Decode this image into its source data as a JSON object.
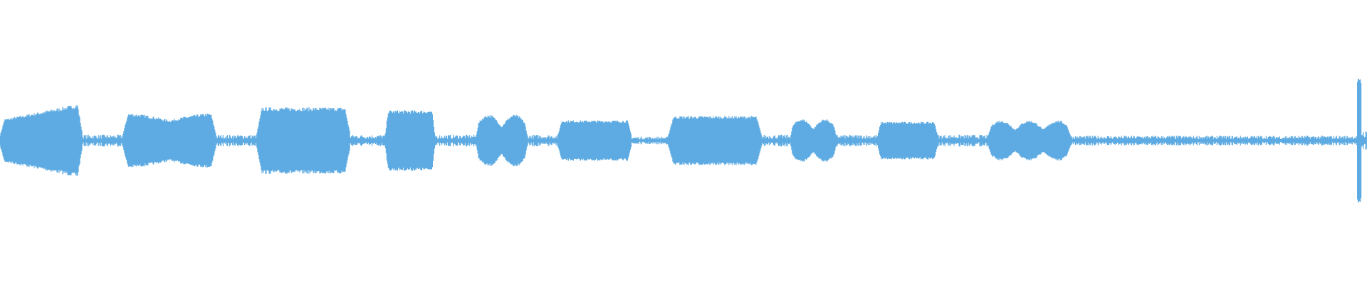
{
  "waveform": {
    "color": "#5dabe2",
    "duration_fraction_segments": [
      {
        "start": 0.0,
        "end": 0.06,
        "amp": 0.26,
        "shape": "ramp-up-sharp-end"
      },
      {
        "start": 0.06,
        "end": 0.09,
        "amp": 0.03,
        "shape": "noise"
      },
      {
        "start": 0.09,
        "end": 0.158,
        "amp": 0.19,
        "shape": "dip-mid"
      },
      {
        "start": 0.158,
        "end": 0.188,
        "amp": 0.03,
        "shape": "noise"
      },
      {
        "start": 0.188,
        "end": 0.256,
        "amp": 0.23,
        "shape": "flat"
      },
      {
        "start": 0.256,
        "end": 0.282,
        "amp": 0.03,
        "shape": "noise"
      },
      {
        "start": 0.282,
        "end": 0.318,
        "amp": 0.21,
        "shape": "flat"
      },
      {
        "start": 0.318,
        "end": 0.348,
        "amp": 0.03,
        "shape": "noise"
      },
      {
        "start": 0.348,
        "end": 0.386,
        "amp": 0.18,
        "shape": "two-lobes"
      },
      {
        "start": 0.386,
        "end": 0.408,
        "amp": 0.03,
        "shape": "noise"
      },
      {
        "start": 0.408,
        "end": 0.462,
        "amp": 0.14,
        "shape": "flat"
      },
      {
        "start": 0.462,
        "end": 0.489,
        "amp": 0.02,
        "shape": "noise"
      },
      {
        "start": 0.489,
        "end": 0.557,
        "amp": 0.17,
        "shape": "flat"
      },
      {
        "start": 0.557,
        "end": 0.578,
        "amp": 0.03,
        "shape": "noise"
      },
      {
        "start": 0.578,
        "end": 0.612,
        "amp": 0.15,
        "shape": "two-lobes"
      },
      {
        "start": 0.612,
        "end": 0.642,
        "amp": 0.03,
        "shape": "noise"
      },
      {
        "start": 0.642,
        "end": 0.686,
        "amp": 0.13,
        "shape": "flat"
      },
      {
        "start": 0.686,
        "end": 0.722,
        "amp": 0.03,
        "shape": "noise"
      },
      {
        "start": 0.722,
        "end": 0.784,
        "amp": 0.14,
        "shape": "three-lobes"
      },
      {
        "start": 0.784,
        "end": 0.993,
        "amp": 0.025,
        "shape": "noise"
      },
      {
        "start": 0.993,
        "end": 0.996,
        "amp": 0.43,
        "shape": "spike"
      },
      {
        "start": 0.996,
        "end": 1.0,
        "amp": 0.05,
        "shape": "noise"
      }
    ]
  }
}
